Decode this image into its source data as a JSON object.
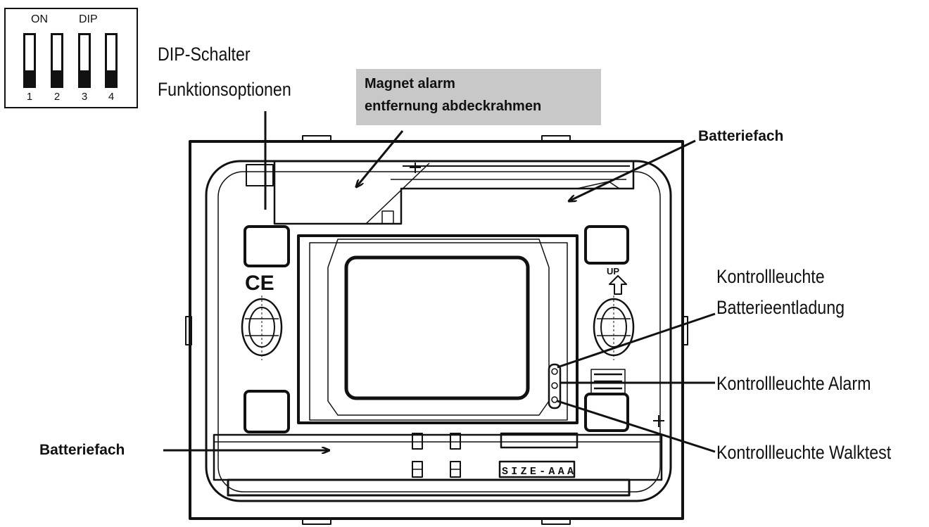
{
  "dip_switch": {
    "on_label": "ON",
    "dip_label": "DIP",
    "numbers": [
      "1",
      "2",
      "3",
      "4"
    ]
  },
  "labels": {
    "dip_title_line1": "DIP-Schalter",
    "dip_title_line2": "Funktionsoptionen",
    "magnet_line1": "Magnet alarm",
    "magnet_line2": "entfernung abdeckrahmen",
    "battery_top": "Batteriefach",
    "battery_bottom": "Batteriefach",
    "led_discharge_line1": "Kontrollleuchte",
    "led_discharge_line2": "Batterieentladung",
    "led_alarm": "Kontrollleuchte Alarm",
    "led_walktest": "Kontrollleuchte Walktest"
  },
  "device_markings": {
    "ce": "CE",
    "up": "UP",
    "size": "SIZE-AAA"
  },
  "colors": {
    "line": "#111111",
    "label_box": "#c8c8c8"
  }
}
